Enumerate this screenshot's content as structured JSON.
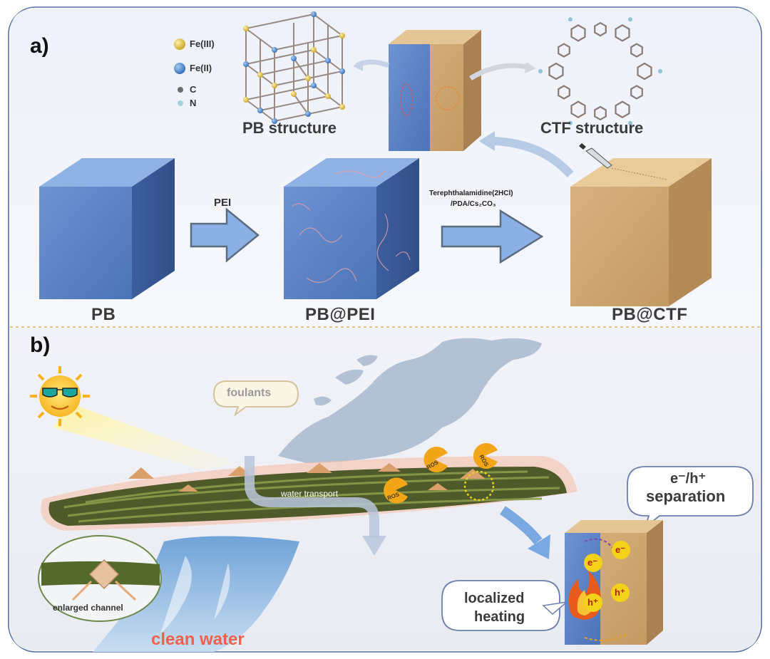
{
  "panel_a": {
    "label": "a)",
    "structures": {
      "pb": "PB structure",
      "ctf": "CTF structure"
    },
    "legend": [
      {
        "label": "Fe(III)",
        "color": "#d7bc3a"
      },
      {
        "label": "Fe(II)",
        "color": "#3c7fd0"
      },
      {
        "label": "C",
        "color": "#7d7d7d"
      },
      {
        "label": "N",
        "color": "#9ec9d8"
      }
    ],
    "steps": {
      "pb": "PB",
      "pb_pei": "PB@PEI",
      "pb_ctf": "PB@CTF"
    },
    "arrow1_label": "PEI",
    "arrow2_label_line1": "Terephthalamidine(2HCl)",
    "arrow2_label_line2": "/PDA/Cs₂CO₃"
  },
  "panel_b": {
    "label": "b)",
    "foulants": "foulants",
    "water_transport": "water transport",
    "ros": "ROS",
    "enlarged_channel": "enlarged channel",
    "clean_water": "clean water",
    "separation_line1": "e⁻/h⁺",
    "separation_line2": "separation",
    "heating_line1": "localized",
    "heating_line2": "heating",
    "electron": "e⁻",
    "hole": "h⁺"
  },
  "colors": {
    "cube_blue": "#5b82c4",
    "cube_tan": "#cfa874",
    "arrow_blue": "#8ab0e6",
    "clean_water_red": "#f0614b",
    "ros_orange": "#f2a516",
    "charge_yellow": "#f5d21a"
  }
}
